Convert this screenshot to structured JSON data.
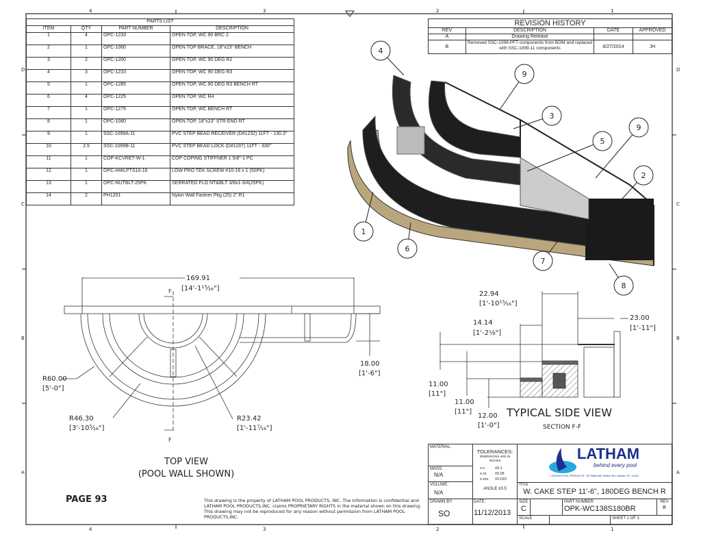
{
  "frame": {
    "columns": [
      "4",
      "3",
      "2",
      "1"
    ],
    "rows": [
      "D",
      "C",
      "B",
      "A"
    ]
  },
  "parts_list": {
    "title": "PARTS LIST",
    "headers": [
      "ITEM",
      "QTY",
      "PART NUMBER",
      "DESCRIPTION"
    ],
    "rows": [
      [
        "1",
        "4",
        "OPC-1233",
        "OPEN TOP, WC 90 BRC 2"
      ],
      [
        "2",
        "1",
        "OPC-1060",
        "OPEN TOP BRACE, 18\"x23\" BENCH"
      ],
      [
        "3",
        "2",
        "OPC-1200",
        "OPEN TOP, WC 90 DEG R2"
      ],
      [
        "4",
        "3",
        "OPC-1210",
        "OPEN TOP, WC 90 DEG R3"
      ],
      [
        "5",
        "1",
        "OPC-1285",
        "OPEN TOP, WC 90 DEG R3 BENCH RT"
      ],
      [
        "6",
        "4",
        "OPC-1225",
        "OPEN TOP, WC R4"
      ],
      [
        "7",
        "1",
        "OPC-1275",
        "OPEN TOP, WC BENCH RT"
      ],
      [
        "8",
        "1",
        "OPC-1080",
        "OPEN TOP, 18\"x23\" STR END RT"
      ],
      [
        "9",
        "1",
        "SSC-1099A-11",
        "PVC STEP BEAD RECEIVER (D#1232) 11FT - 130.3\""
      ],
      [
        "10",
        "2.5",
        "SSC-1099B-11",
        "PVC STEP BEAD LOCK (D#1197) 11FT - 330\""
      ],
      [
        "11",
        "1",
        "COP-KCVRET-W-1",
        "COP COPING STIFFNER 1 5/8\"-1 PC"
      ],
      [
        "12",
        "1",
        "OPC-HWLPTS10-16",
        "LOW PRO TEK SCREW #10-16 x 1 (50PK)"
      ],
      [
        "13",
        "1",
        "OPC-NUTBLT-25PK",
        "SERRATED FLG NT&BLT 3/8x1-3/4(25PK)"
      ],
      [
        "14",
        "2",
        "PH1201",
        "Nylon Wall Fastner Pkg (25) 2\" R1"
      ]
    ]
  },
  "revision_history": {
    "title": "REVISION HISTORY",
    "headers": [
      "REV",
      "DESCRIPTION",
      "DATE",
      "APPROVED"
    ],
    "rows": [
      {
        "rev": "A",
        "description": "Drawing Release",
        "date": "",
        "approved": ""
      },
      {
        "rev": "B",
        "description": "Removed SSC-1099-PFT components from BOM and replaced with SSC-1099-11 components",
        "date": "8/27/2014",
        "approved": "JH"
      }
    ]
  },
  "balloons": [
    "4",
    "9",
    "3",
    "5",
    "9",
    "2",
    "1",
    "6",
    "7",
    "8"
  ],
  "top_view": {
    "title": "TOP VIEW",
    "subtitle": "(POOL WALL SHOWN)",
    "width_dim": "169.91",
    "width_dim_ft": "[14'-1¹⁵⁄₁₆\"]",
    "depth_dim": "18.00",
    "depth_dim_ft": "[1'-6\"]",
    "r_outer": "R60.00",
    "r_outer_ft": "[5'-0\"]",
    "r_mid": "R46.30",
    "r_mid_ft": "[3'-10⁵⁄₁₆\"]",
    "r_inner": "R23.42",
    "r_inner_ft": "[1'-11⁷⁄₁₆\"]",
    "section_label": "F"
  },
  "side_view": {
    "title": "TYPICAL SIDE VIEW",
    "subtitle": "SECTION F-F",
    "d1": "22.94",
    "d1_ft": "[1'-10¹⁵⁄₁₆\"]",
    "d2": "14.14",
    "d2_ft": "[1'-2⅛\"]",
    "d3": "23.00",
    "d3_ft": "[1'-11\"]",
    "d4": "11.00",
    "d4_ft": "[11\"]",
    "d5": "11.00",
    "d5_ft": "[11\"]",
    "d6": "12.00",
    "d6_ft": "[1'-0\"]"
  },
  "page_label": "PAGE 93",
  "proprietary": "This drawing is the property of LATHAM POOL PRODUCTS, INC. The information is confidential and LATHAM POOL PRODUCTS,INC. claims PROPRIETARY RIGHTS in the material shown on this drawing. This drawing may not be reproduced for any reason without permission from LATHAM POOL PRODUCTS,INC.",
  "title_block": {
    "material_label": "MATERIAL:",
    "mass_label": "MASS:",
    "mass": "N/A",
    "volume_label": "VOLUME:",
    "volume": "N/A",
    "drawn_by_label": "DRAWN BY:",
    "drawn_by": "SO",
    "tolerances_label": "TOLERANCES:",
    "tolerances_note": "DIMENSIONS ARE IN INCHES",
    "tol_rows": [
      [
        "x.x",
        "±0.1"
      ],
      [
        "x.xx",
        "±0.05"
      ],
      [
        "x.xxx",
        "±0.010"
      ]
    ],
    "angle": "ANGLE  ±0.5",
    "date_label": "DATE:",
    "date": "11/12/2013",
    "logo_text": "LATHAM",
    "logo_tagline": "behind every pool",
    "company_address": "LATHAM POOL PRODUCTS, 787 Watervliet Shaker Rd, Latham, NY, 12110",
    "title_label": "TITLE",
    "title": "W. CAKE STEP 11'-6\", 180DEG BENCH R",
    "size_label": "SIZE",
    "size": "C",
    "part_number_label": "PART NUMBER",
    "part_number": "OPK-WC138S180BR",
    "rev_label": "REV",
    "rev": "B",
    "scale_label": "SCALE",
    "sheet": "SHEET 1  OF 1"
  },
  "colors": {
    "line": "#222222",
    "tan": "#b9a67c",
    "dark": "#1e1e1e",
    "logo_blue": "#1b2f8f",
    "logo_cyan": "#2aa7df"
  }
}
